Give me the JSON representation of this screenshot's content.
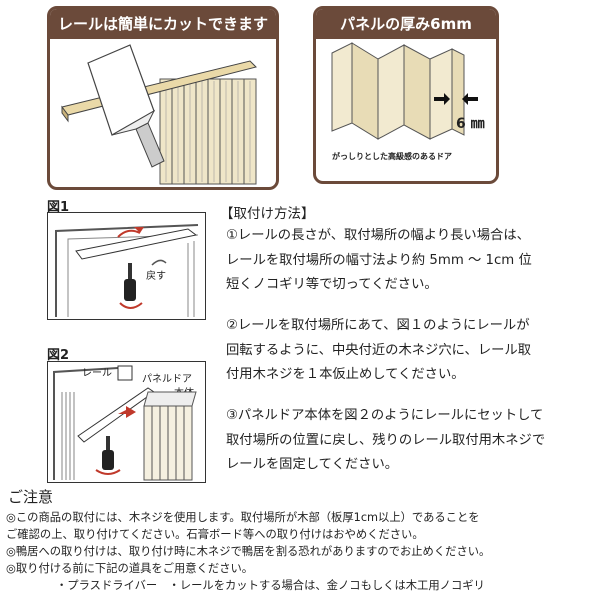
{
  "panels": {
    "left_title": "レールは簡単にカットできます",
    "right_title": "パネルの厚み6mm",
    "right_caption": "がっしりとした高級感のあるドア",
    "thickness_label": "6 ㎜"
  },
  "figures": {
    "fig1_label": "図1",
    "fig1_return_text": "戻す",
    "fig2_label": "図2",
    "fig2_rail_text": "レール",
    "fig2_door_text": "パネルドア",
    "fig2_body_text": "本体"
  },
  "install": {
    "heading": "【取付け方法】",
    "step1": [
      "①レールの長さが、取付場所の幅より長い場合は、",
      "レールを取付場所の幅寸法より約 5mm ～ 1cm 位",
      "短くノコギリ等で切ってください。"
    ],
    "step2": [
      "②レールを取付場所にあて、図１のようにレールが",
      "回転するように、中央付近の木ネジ穴に、レール取",
      "付用木ネジを１本仮止めしてください。"
    ],
    "step3": [
      "③パネルドア本体を図２のようにレールにセットして",
      "取付場所の位置に戻し、残りのレール取付用木ネジで",
      "レールを固定してください。"
    ]
  },
  "notes": {
    "heading": "ご注意",
    "lines": [
      "◎この商品の取付には、木ネジを使用します。取付場所が木部（板厚1cm以上）であることを",
      "ご確認の上、取り付けてください。石膏ボード等への取り付けはおやめください。",
      "◎鴨居への取り付けは、取り付け時に木ネジで鴨居を割る恐れがありますのでお止めください。",
      "◎取り付ける前に下記の道具をご用意ください。",
      "・プラスドライバー　・レールをカットする場合は、金ノコもしくは木工用ノコギリ"
    ]
  }
}
